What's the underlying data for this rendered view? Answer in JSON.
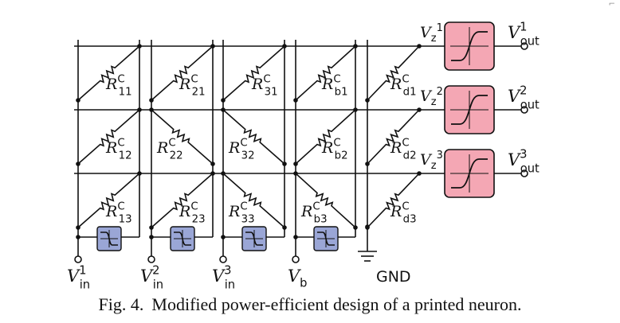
{
  "caption": {
    "figure_number": "Fig. 4.",
    "text": "Modified power-efficient design of a printed neuron."
  },
  "resistors": {
    "r11": {
      "base": "R",
      "sup": "C",
      "sub": "11"
    },
    "r12": {
      "base": "R",
      "sup": "C",
      "sub": "12"
    },
    "r13": {
      "base": "R",
      "sup": "C",
      "sub": "13"
    },
    "r21": {
      "base": "R",
      "sup": "C",
      "sub": "21"
    },
    "r22": {
      "base": "R",
      "sup": "C",
      "sub": "22"
    },
    "r23": {
      "base": "R",
      "sup": "C",
      "sub": "23"
    },
    "r31": {
      "base": "R",
      "sup": "C",
      "sub": "31"
    },
    "r32": {
      "base": "R",
      "sup": "C",
      "sub": "32"
    },
    "r33": {
      "base": "R",
      "sup": "C",
      "sub": "33"
    },
    "rb1": {
      "base": "R",
      "sup": "C",
      "sub": "b1"
    },
    "rb2": {
      "base": "R",
      "sup": "C",
      "sub": "b2"
    },
    "rb3": {
      "base": "R",
      "sup": "C",
      "sub": "b3"
    },
    "rd1": {
      "base": "R",
      "sup": "C",
      "sub": "d1"
    },
    "rd2": {
      "base": "R",
      "sup": "C",
      "sub": "d2"
    },
    "rd3": {
      "base": "R",
      "sup": "C",
      "sub": "d3"
    }
  },
  "inputs": {
    "in1": {
      "base": "V",
      "sup": "1",
      "sub": "in"
    },
    "in2": {
      "base": "V",
      "sup": "2",
      "sub": "in"
    },
    "in3": {
      "base": "V",
      "sup": "3",
      "sub": "in"
    },
    "bias": {
      "base": "V",
      "sub": "b"
    }
  },
  "ground": {
    "label": "GND"
  },
  "neuron_nodes": {
    "z1": {
      "base": "V",
      "sub": "z",
      "sup": "1"
    },
    "z2": {
      "base": "V",
      "sub": "z",
      "sup": "2"
    },
    "z3": {
      "base": "V",
      "sub": "z",
      "sup": "3"
    }
  },
  "outputs": {
    "out1": {
      "base": "V",
      "sup": "1",
      "sub": "out"
    },
    "out2": {
      "base": "V",
      "sup": "2",
      "sub": "out"
    },
    "out3": {
      "base": "V",
      "sup": "3",
      "sub": "out"
    }
  },
  "colors": {
    "activation_fill": "#f4a7b4",
    "inverter_fill": "#9aa6d6",
    "line": "#111111"
  }
}
